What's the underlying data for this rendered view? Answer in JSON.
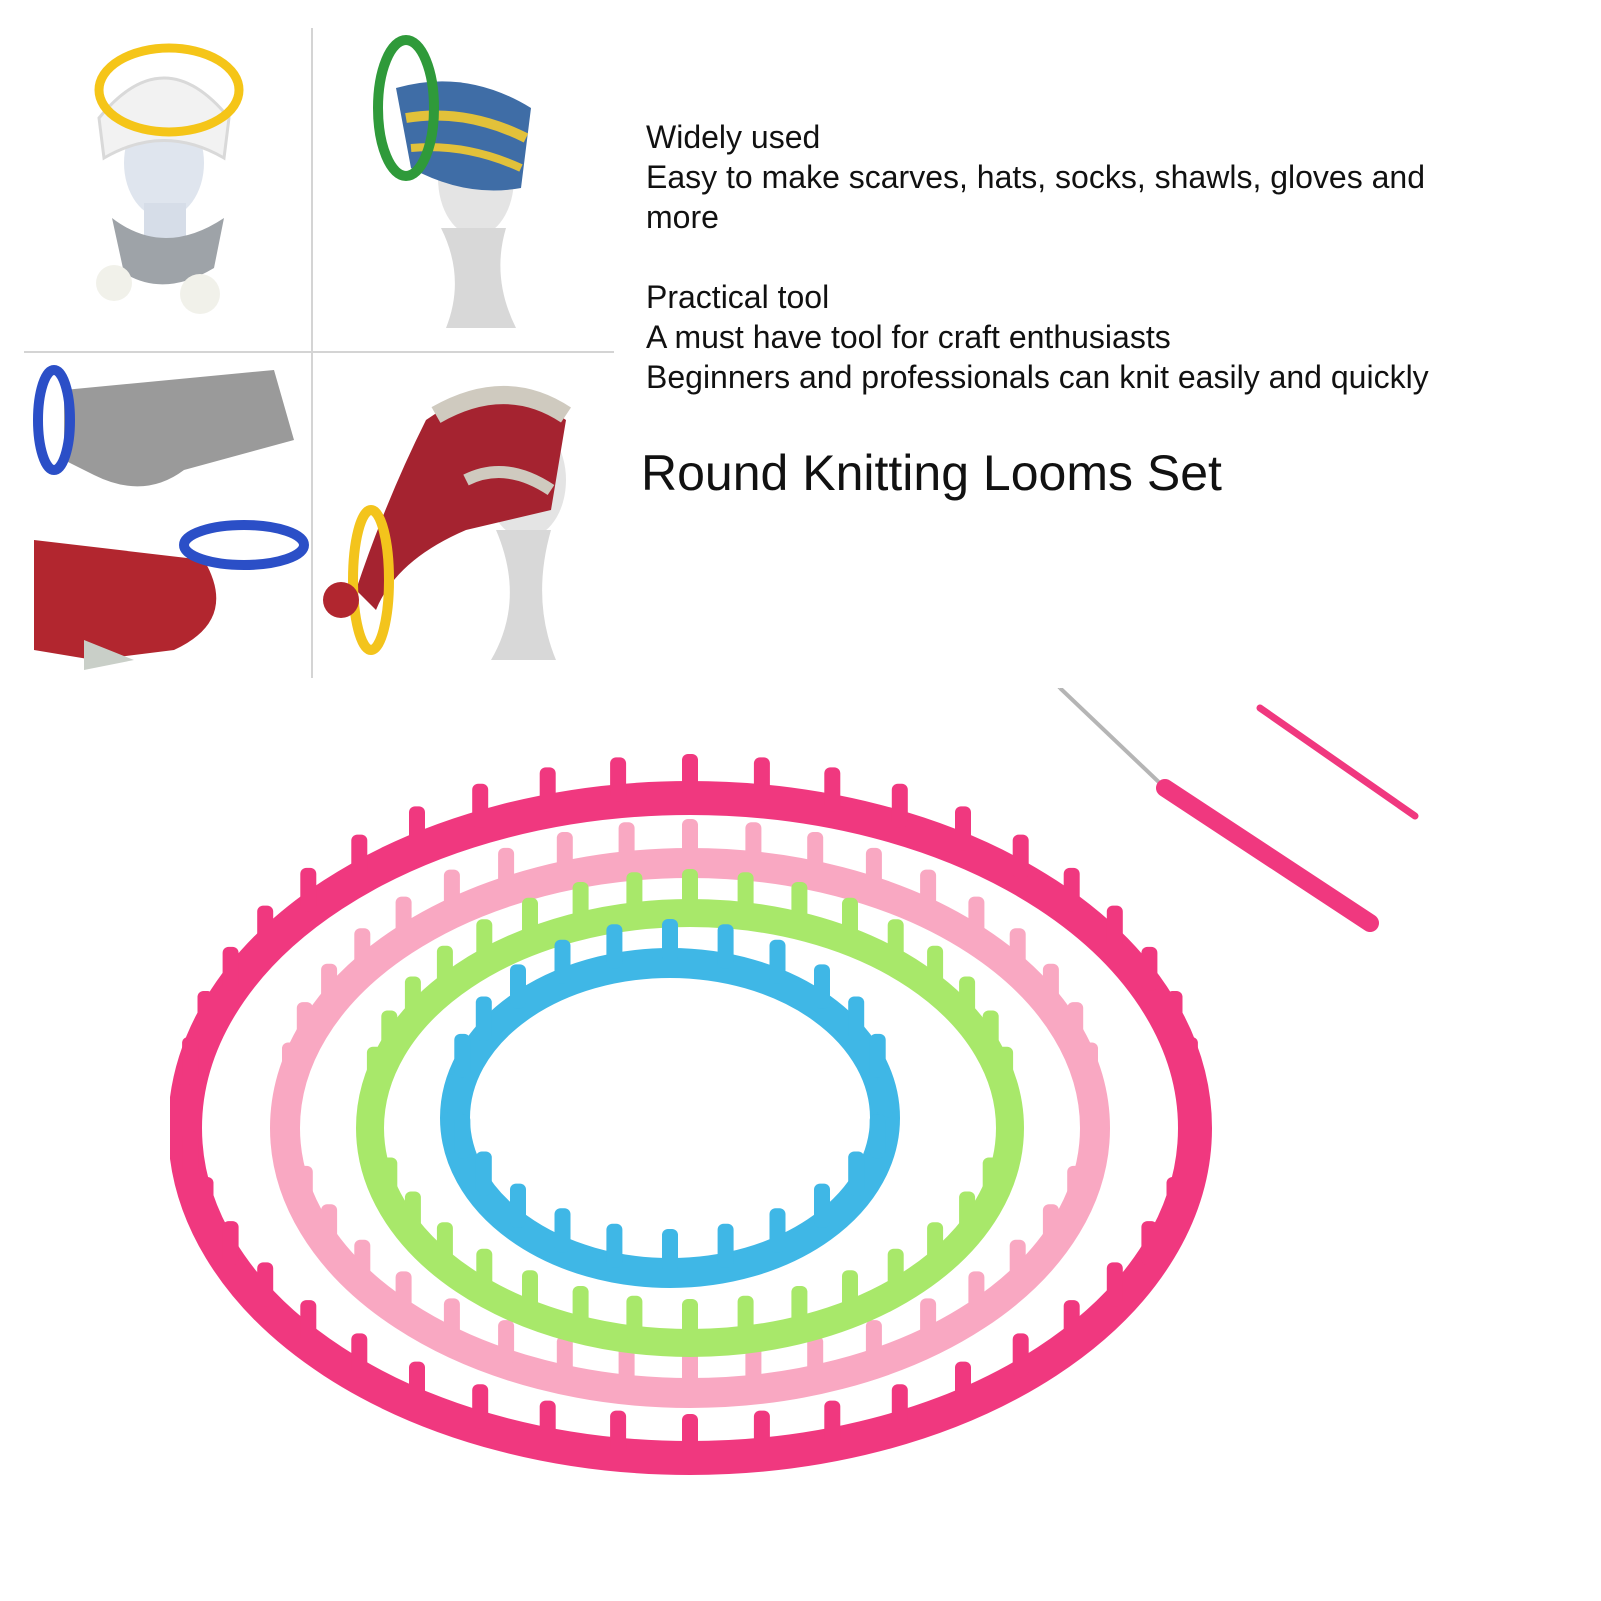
{
  "features": [
    {
      "heading": "Widely used",
      "text_line_1": "Easy to make scarves, hats, socks, shawls, gloves and",
      "text_line_2": "more"
    },
    {
      "heading": "Practical tool",
      "text_line_1": "A must have tool for craft enthusiasts",
      "text_line_2": "Beginners and professionals can knit easily and quickly"
    }
  ],
  "product_title": "Round Knitting Looms Set",
  "colors": {
    "loom_outer": "#f0387f",
    "loom_second": "#f9a8c2",
    "loom_third": "#a8e86a",
    "loom_inner": "#3fb7e6",
    "loom_white": "#ffffff",
    "hook_tool": "#f0387f",
    "background": "#ffffff"
  },
  "icons": {
    "photo_1": "white-hat-and-grey-scarf-on-mannequin",
    "photo_2": "patterned-beanie-with-green-loom",
    "photo_3": "knitted-socks-with-blue-looms",
    "photo_4": "red-and-grey-hat-with-yellow-loom",
    "main": "nested-round-knitting-looms",
    "tool_1": "loom-hook-icon",
    "tool_2": "yarn-needle-icon"
  }
}
